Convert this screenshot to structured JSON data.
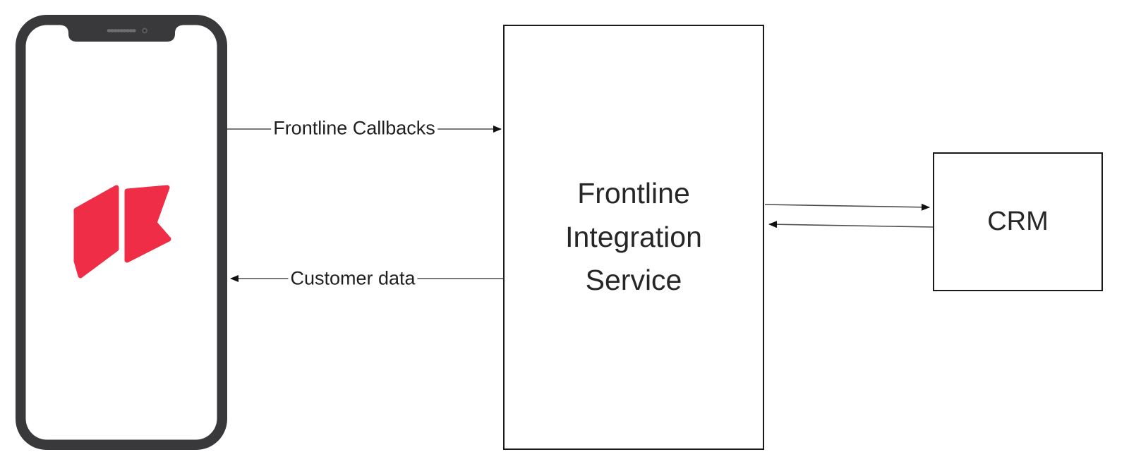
{
  "diagram": {
    "nodes": {
      "phone": {
        "type": "smartphone-frame",
        "icon": "frontline-logo-icon"
      },
      "integration_service": {
        "label": "Frontline Integration Service"
      },
      "crm": {
        "label": "CRM"
      }
    },
    "edges": [
      {
        "id": "frontline-callbacks",
        "label": "Frontline Callbacks",
        "from": "phone",
        "to": "integration_service",
        "arrow": "right"
      },
      {
        "id": "customer-data",
        "label": "Customer data",
        "from": "integration_service",
        "to": "phone",
        "arrow": "left"
      },
      {
        "id": "fis-to-crm",
        "label": "",
        "from": "integration_service",
        "to": "crm",
        "arrow": "right"
      },
      {
        "id": "crm-to-fis",
        "label": "",
        "from": "crm",
        "to": "integration_service",
        "arrow": "left"
      }
    ],
    "colors": {
      "logo_red": "#F02D46",
      "phone_bezel": "#39393B",
      "box_border": "#1A1A1A",
      "arrow_line": "#4D4D4D",
      "arrowhead": "#111111",
      "text": "#262626"
    }
  }
}
